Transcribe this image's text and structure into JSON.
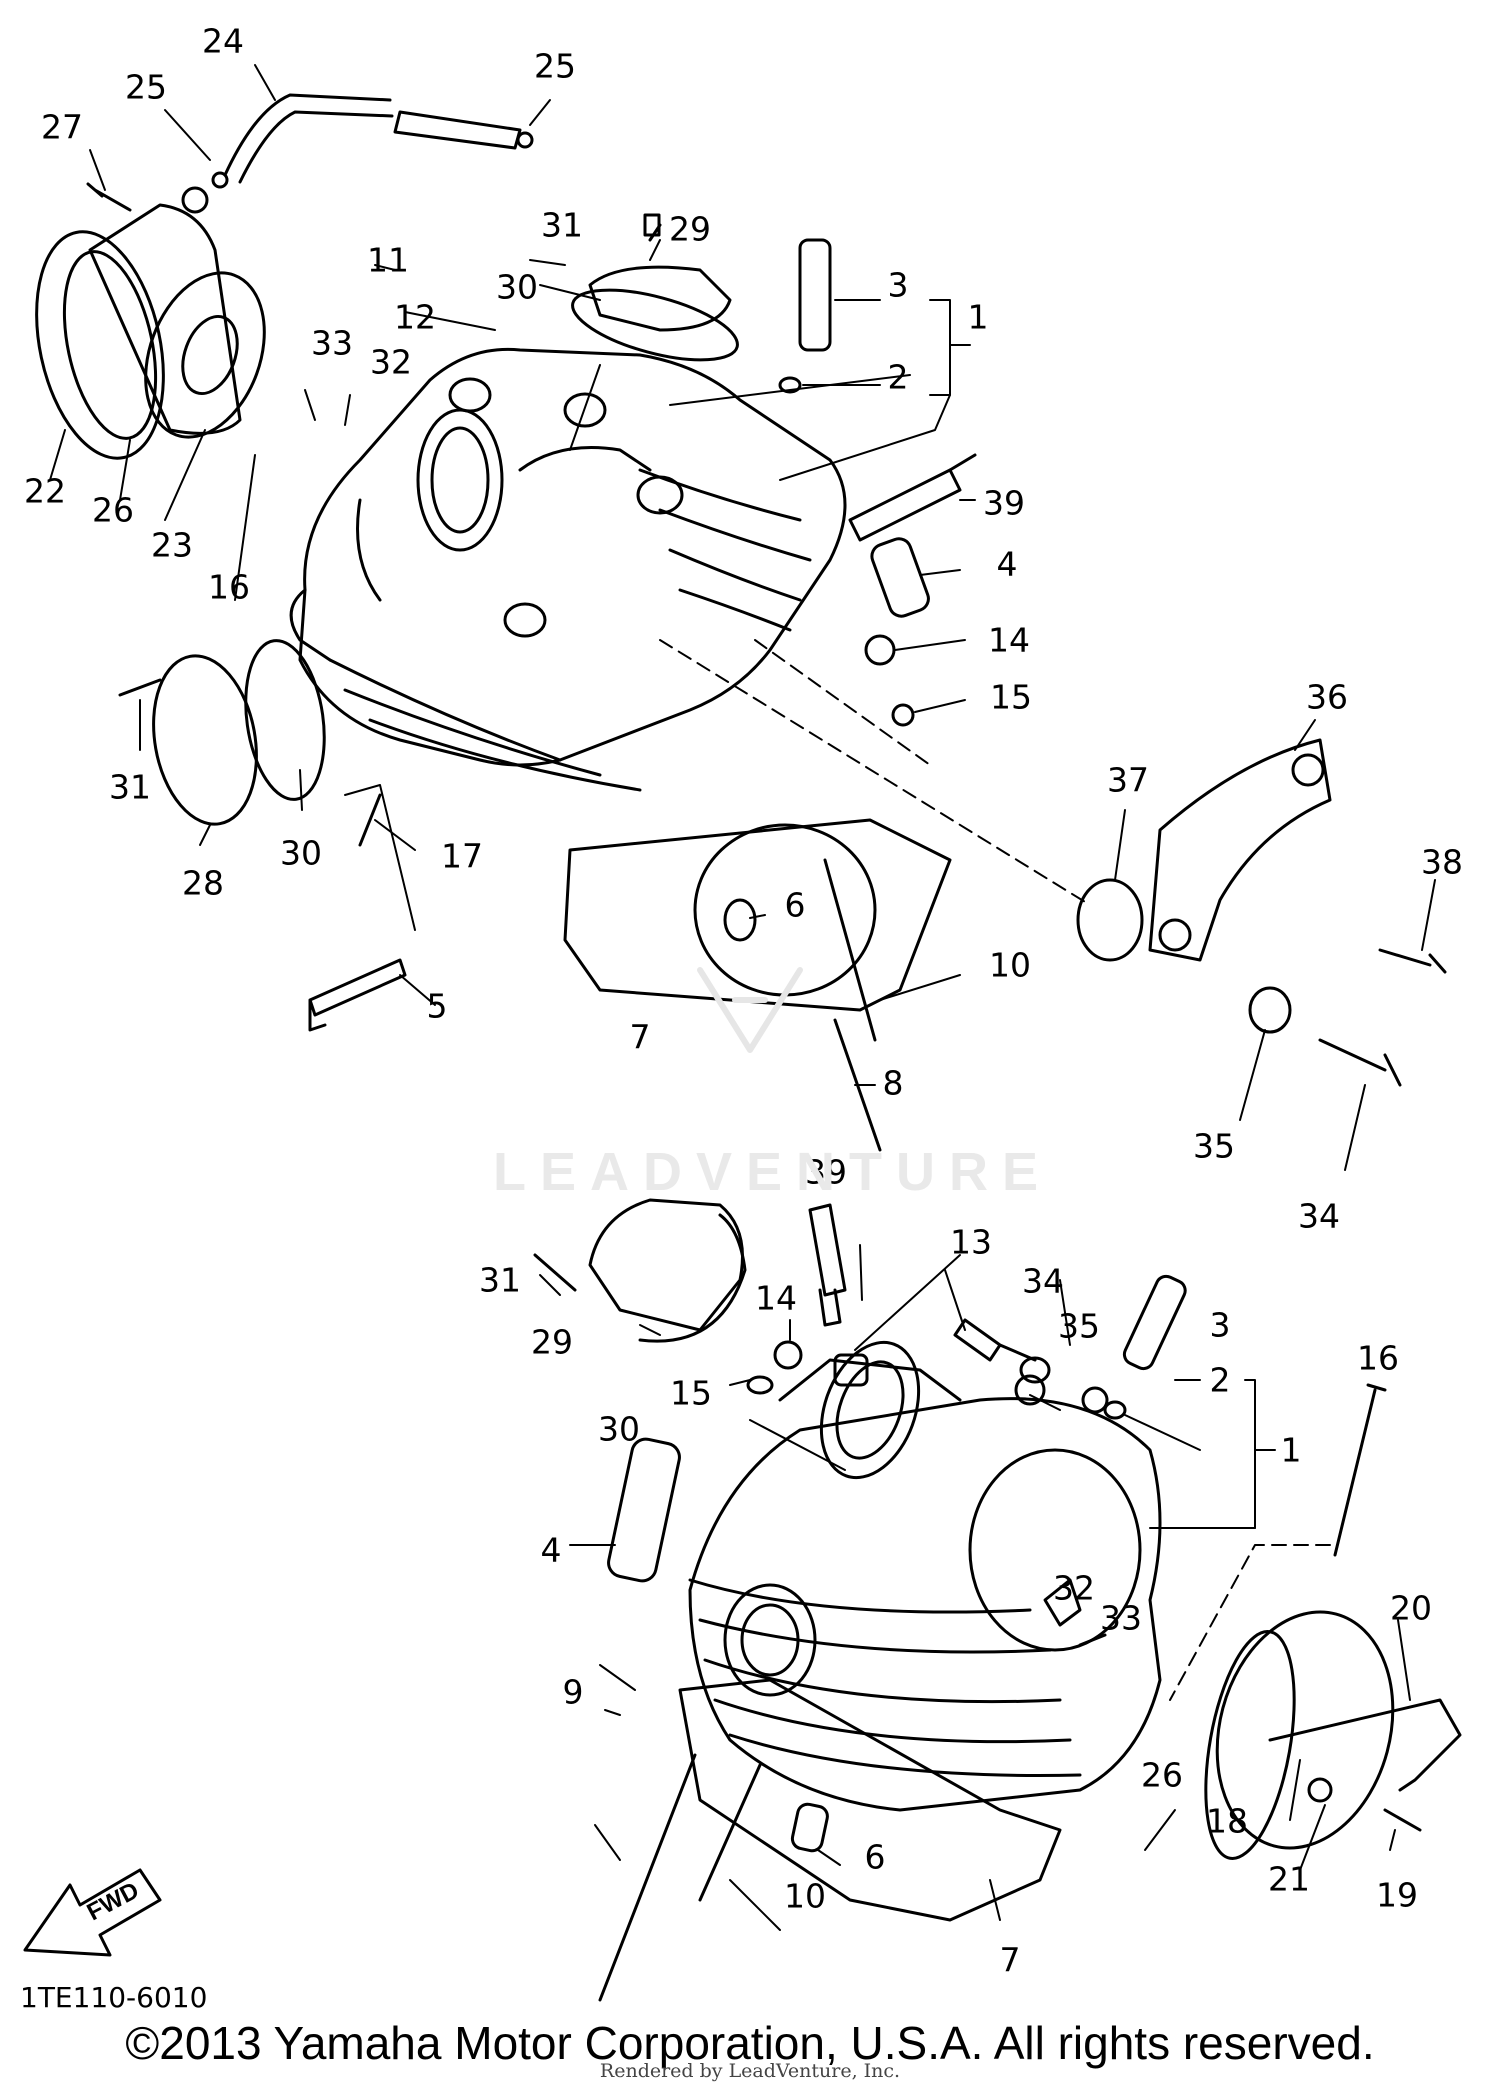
{
  "document": {
    "part_code": "1TE110-6010",
    "copyright": "©2013 Yamaha Motor Corporation, U.S.A. All rights reserved.",
    "rendered_by": "Rendered by LeadVenture, Inc.",
    "watermark": "LEADVENTURE",
    "direction_label": "FWD"
  },
  "callouts": {
    "c24": "24",
    "c25a": "25",
    "c25b": "25",
    "c27": "27",
    "c31a": "31",
    "c29a": "29",
    "c3a": "3",
    "c2a": "2",
    "c1a": "1",
    "c11": "11",
    "c12": "12",
    "c30a": "30",
    "c33a": "33",
    "c32a": "32",
    "c22a": "22",
    "c26a": "26",
    "c23": "23",
    "c16a": "16",
    "c39a": "39",
    "c4a": "4",
    "c14a": "14",
    "c15a": "15",
    "c36": "36",
    "c31b": "31",
    "c28": "28",
    "c30b": "30",
    "c17": "17",
    "c5": "5",
    "c6a": "6",
    "c7a": "7",
    "c10a": "10",
    "c8": "8",
    "c37": "37",
    "c38": "38",
    "c35a": "35",
    "c34a": "34",
    "c39b": "39",
    "c13": "13",
    "c34b": "34",
    "c35b": "35",
    "c3b": "3",
    "c16b": "16",
    "c31c": "31",
    "c14b": "14",
    "c29b": "29",
    "c15b": "15",
    "c30c": "30",
    "c2b": "2",
    "c1b": "1",
    "c4b": "4",
    "c32b": "32",
    "c33b": "33",
    "c20": "20",
    "c9": "9",
    "c26b": "26",
    "c18": "18",
    "c21": "21",
    "c19": "19",
    "c10b": "10",
    "c6b": "6",
    "c7b": "7"
  }
}
